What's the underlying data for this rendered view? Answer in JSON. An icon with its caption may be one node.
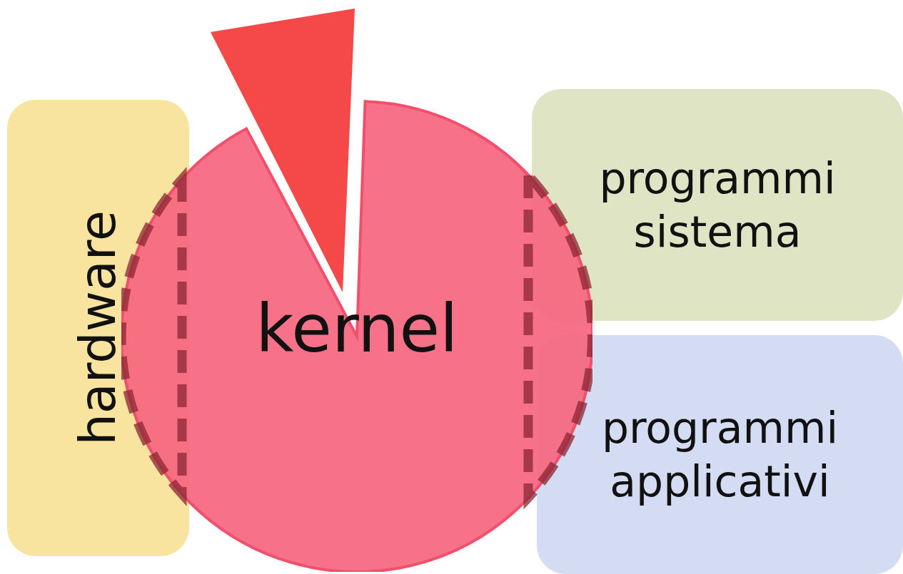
{
  "diagram": {
    "nodes": [
      {
        "text": [
          "hardware"
        ]
      },
      {
        "text": [
          "kernel"
        ]
      },
      {
        "text": [
          "programmi sistema"
        ]
      },
      {
        "text": [
          "programmi applicativi"
        ]
      }
    ],
    "edges": []
  }
}
